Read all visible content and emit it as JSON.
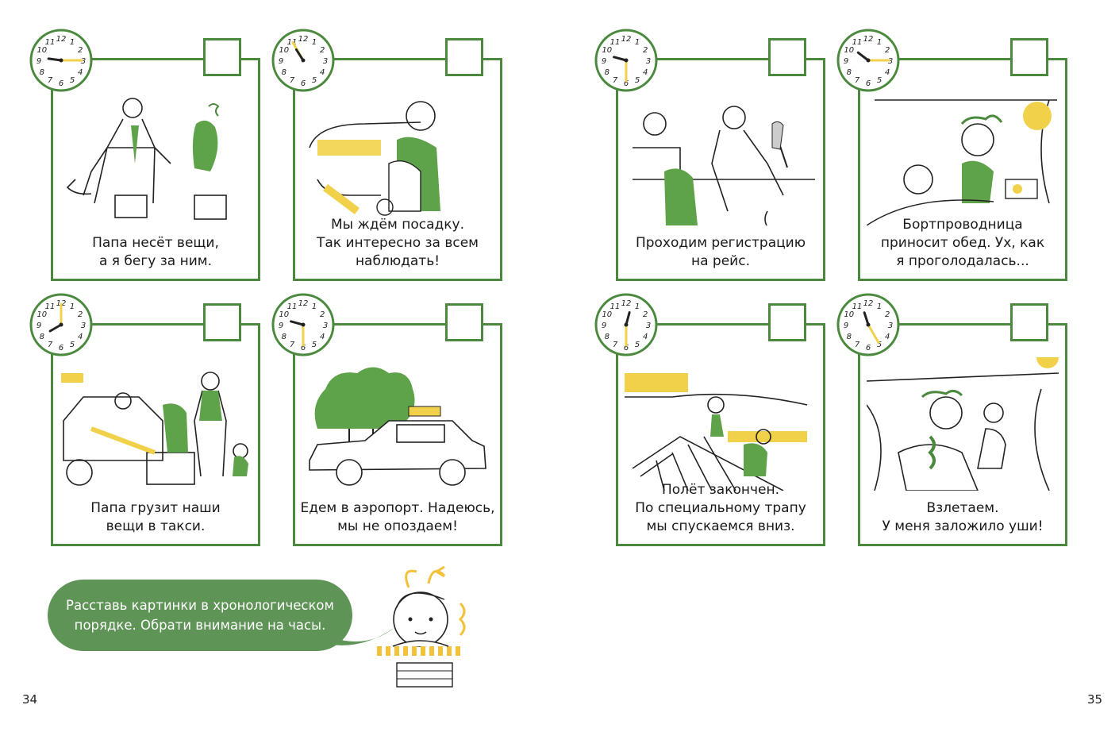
{
  "colors": {
    "accent": "#4b8a3e",
    "accent_light": "#5e9455",
    "highlight": "#f2d14a"
  },
  "clock_numbers": [
    "12",
    "1",
    "2",
    "3",
    "4",
    "5",
    "6",
    "7",
    "8",
    "9",
    "10",
    "11"
  ],
  "panels": [
    {
      "caption": "Папа несёт вещи,\nа я бегу за ним.",
      "clock_time": "9:15",
      "illustration": "dad-carrying-bags"
    },
    {
      "caption": "Мы ждём посадку.\nТак интересно за всем\nнаблюдать!",
      "clock_time": "10:55",
      "illustration": "waiting-boarding"
    },
    {
      "caption": "Проходим регистрацию\nна рейс.",
      "clock_time": "9:30",
      "illustration": "check-in-desk"
    },
    {
      "caption": "Бортпроводница\nприносит обед. Ух, как\nя проголодалась...",
      "clock_time": "10:15",
      "illustration": "lunch-on-plane"
    },
    {
      "caption": "Папа грузит наши\nвещи в такси.",
      "clock_time": "8:00",
      "illustration": "taxi-loading"
    },
    {
      "caption": "Едем в аэропорт. Надеюсь,\nмы не опоздаем!",
      "clock_time": "9:30",
      "illustration": "car-to-airport"
    },
    {
      "caption": "Полёт закончен.\nПо специальному трапу\nмы спускаемся вниз.",
      "clock_time": "12:30",
      "illustration": "plane-stairs"
    },
    {
      "caption": "Взлетаем.\nУ меня заложило уши!",
      "clock_time": "11:25",
      "illustration": "takeoff-seat"
    }
  ],
  "speech_bubble": "Расставь картинки в хронологическом\nпорядке. Обрати внимание на часы.",
  "page_left": "34",
  "page_right": "35"
}
